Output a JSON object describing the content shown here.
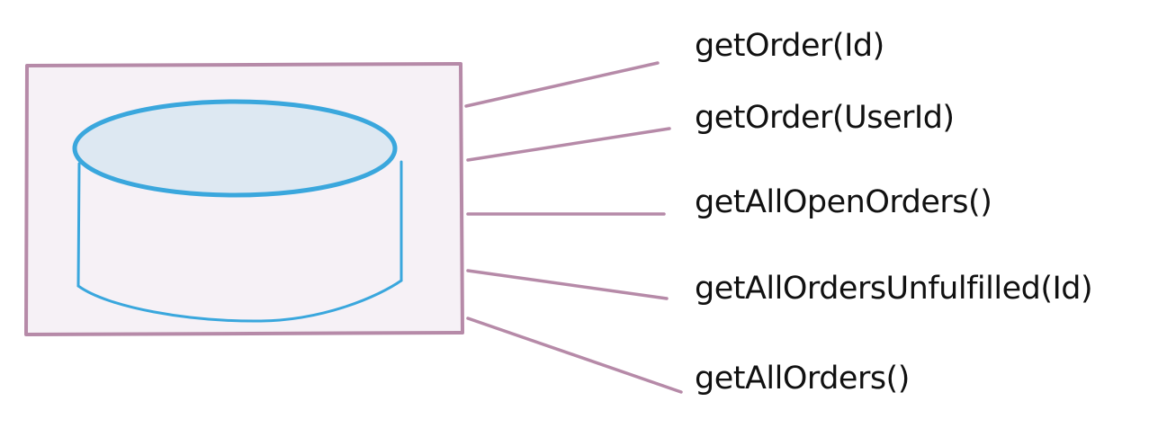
{
  "diagram": {
    "colors": {
      "box_fill": "#f6f1f6",
      "box_stroke": "#b68aa8",
      "cylinder_stroke": "#3aa7dd",
      "cylinder_top_fill": "#dde8f2",
      "connector_stroke": "#b68aa8",
      "text": "#111111"
    },
    "methods": [
      {
        "label": "getOrder(Id)"
      },
      {
        "label": "getOrder(UserId)"
      },
      {
        "label": "getAllOpenOrders()"
      },
      {
        "label": "getAllOrdersUnfulfilled(Id)"
      },
      {
        "label": "getAllOrders()"
      }
    ]
  }
}
